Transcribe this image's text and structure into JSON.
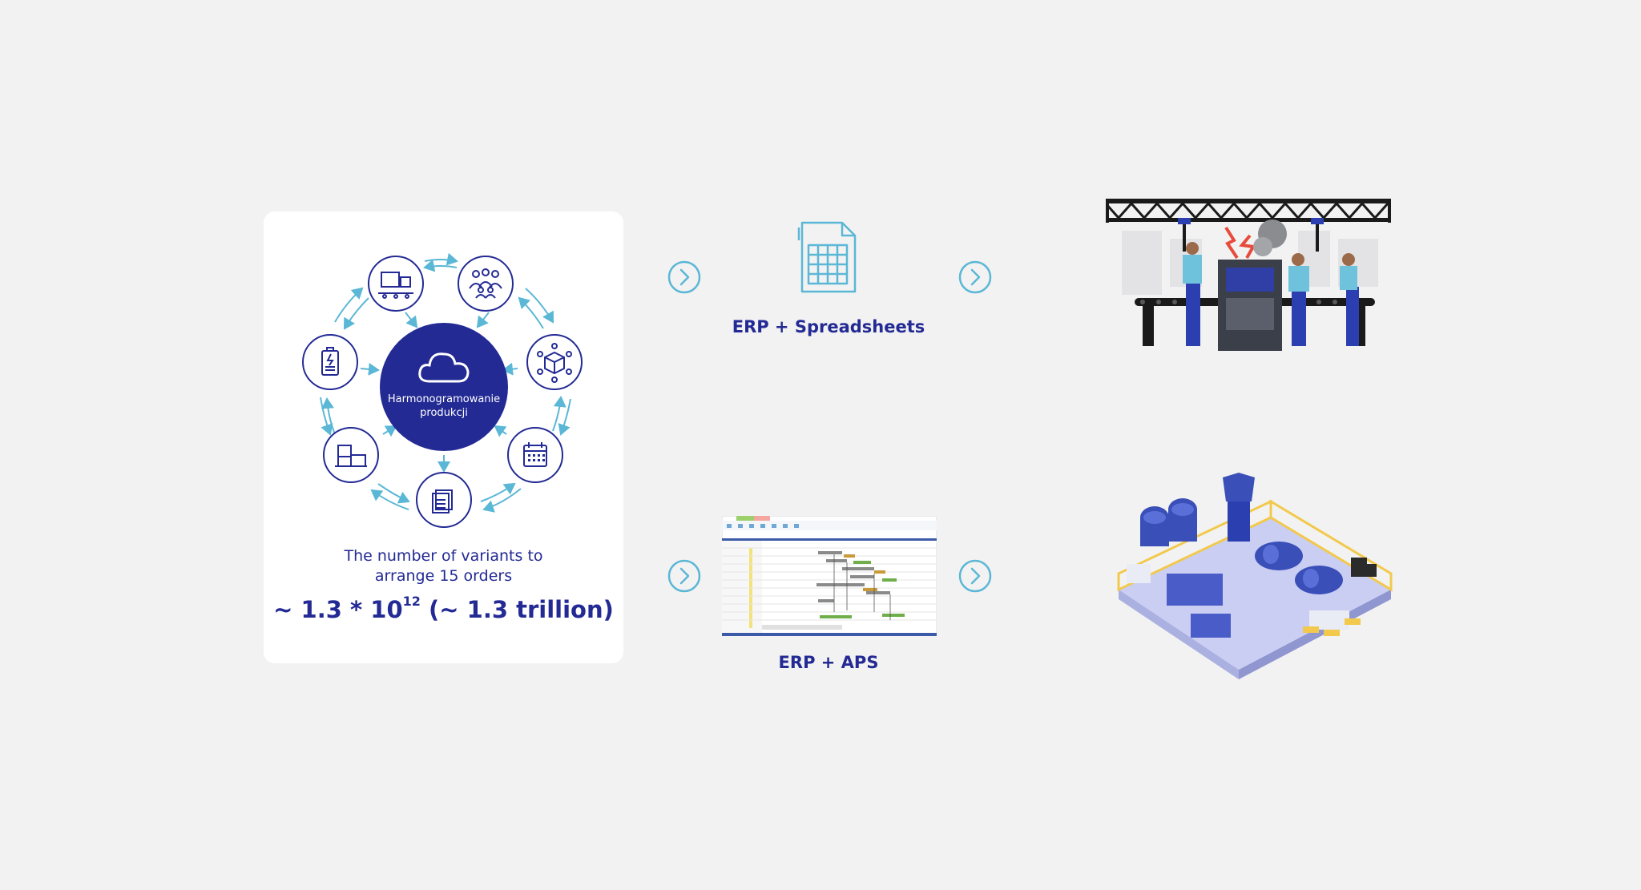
{
  "card": {
    "center_label_line1": "Harmonogramowanie",
    "center_label_line2": "produkcji",
    "variants_line1": "The number of variants to",
    "variants_line2": "arrange 15 orders",
    "formula_prefix": "~ 1.3 * 10",
    "formula_exponent": "12",
    "formula_suffix": " (~ 1.3 trillion)"
  },
  "paths": {
    "top_label": "ERP + Spreadsheets",
    "bottom_label": "ERP + APS"
  },
  "icons": {
    "satellites": [
      "conveyor-machine-icon",
      "team-icon",
      "network-box-icon",
      "calendar-icon",
      "documents-icon",
      "warehouse-boxes-icon",
      "battery-icon"
    ],
    "center": "cloud-icon",
    "arrows": "chevron-right-icon",
    "spreadsheet": "spreadsheet-document-icon"
  },
  "colors": {
    "background": "#f2f2f2",
    "navy": "#232a94",
    "light_blue": "#5bb7d6",
    "card": "#ffffff"
  }
}
